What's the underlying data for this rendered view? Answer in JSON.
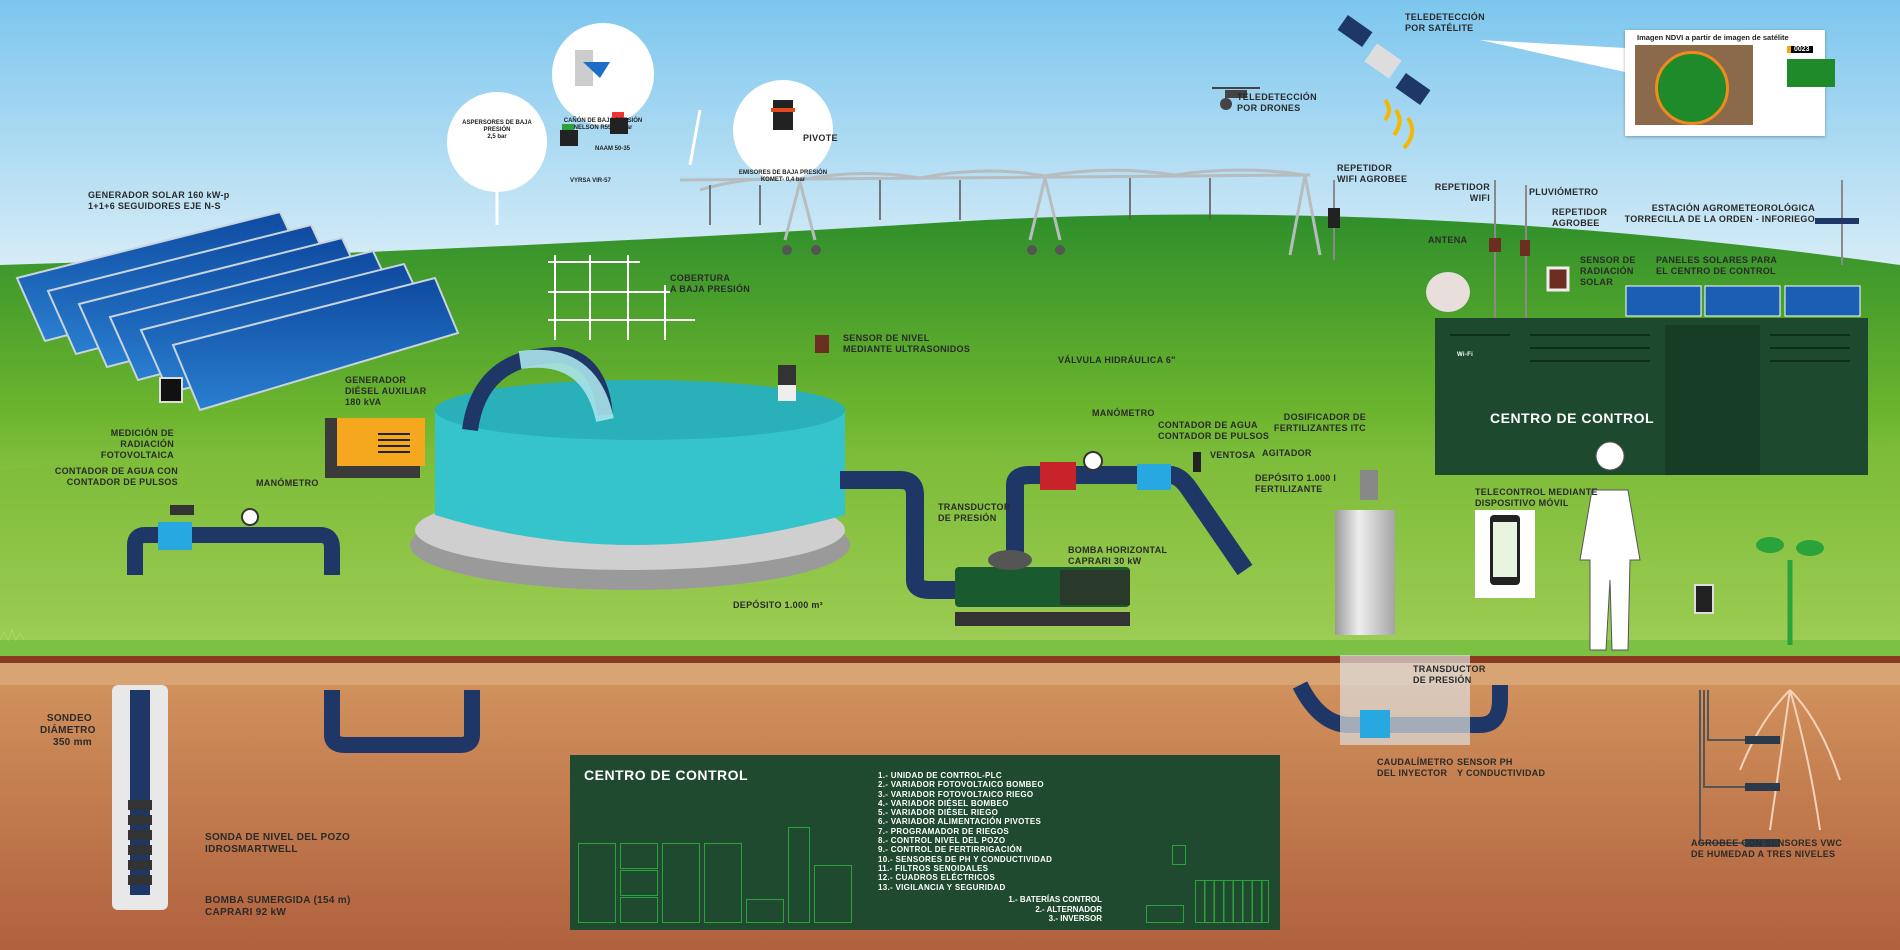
{
  "satellite": {
    "label": "TELEDETECCIÓN\nPOR SATÉLITE"
  },
  "drones": {
    "label": "TELEDETECCIÓN\nPOR DRONES"
  },
  "ndvi_card": {
    "title": "Imagen NDVI a partir de imagen de satélite",
    "code": "0023"
  },
  "bubbles": {
    "aspersores": {
      "title": "ASPERSORES DE BAJA PRESIÓN\n2,5 bar",
      "model_a": "NAAM 50-35",
      "model_b": "VYRSA VIR-57"
    },
    "canon": {
      "title": "CAÑÓN DE BAJA PRESIÓN\nNELSON R55 1,2 bar"
    },
    "emisores": {
      "title": "EMISORES DE BAJA PRESIÓN\nKOMET- 0,4 bar"
    }
  },
  "labels": {
    "pivote": "PIVOTE",
    "solar_generator": "GENERADOR SOLAR 160 kW-p\n1+1+6 SEGUIDORES EJE N-S",
    "radiation_pv": "MEDICIÓN DE\nRADIACIÓN FOTOVOLTAICA",
    "water_meter_left": "CONTADOR DE AGUA CON\nCONTADOR DE PULSOS",
    "manometer_left": "MANÓMETRO",
    "diesel": "GENERADOR\nDIÉSEL AUXILIAR\n180 kVA",
    "coverage": "COBERTURA\nA BAJA PRESIÓN",
    "level_sensor": "SENSOR DE NIVEL\nMEDIANTE ULTRASONIDOS",
    "tank": "DEPÓSITO 1.000 m³",
    "transducer": "TRANSDUCTOR\nDE PRESIÓN",
    "pump": "BOMBA HORIZONTAL\nCAPRARI 30 kW",
    "valve": "VÁLVULA HIDRÁULICA 6\"",
    "manometer_right": "MANÓMETRO",
    "water_meter_right": "CONTADOR DE AGUA\nCONTADOR DE PULSOS",
    "ventosa": "VENTOSA",
    "doser": "DOSIFICADOR DE\nFERTILIZANTES ITC",
    "agitator": "AGITADOR",
    "fert_tank": "DEPÓSITO 1.000 l\nFERTILIZANTE",
    "repeater_wifi_agrobee": "REPETIDOR\nWIFI AGROBEE",
    "repeater_wifi": "REPETIDOR\nWIFI",
    "pluviometer": "PLUVIÓMETRO",
    "repeater_agrobee": "REPETIDOR\nAGROBEE",
    "antenna": "ANTENA",
    "solar_sensor": "SENSOR DE\nRADIACIÓN\nSOLAR",
    "control_panels": "PANELES SOLARES PARA\nEL CENTRO DE CONTROL",
    "weather_station": "ESTACIÓN AGROMETEOROLÓGICA\nTORRECILLA DE LA ORDEN - INFORIEGO",
    "telecontrol": "TELECONTROL MEDIANTE\nDISPOSITIVO MÓVIL",
    "well": "SONDEO\nDIÁMETRO\n350 mm",
    "well_probe": "SONDA DE NIVEL DEL POZO\nIDROSMARTWELL",
    "submersible": "BOMBA SUMERGIDA (154 m)\nCAPRARI 92 kW",
    "transducer_2": "TRANSDUCTOR\nDE PRESIÓN",
    "flowmeter": "CAUDALÍMETRO\nDEL INYECTOR",
    "ph_sensor": "SENSOR PH\nY CONDUCTIVIDAD",
    "agrobee_vwc": "AGROBEE CON SENSORES VWC\nDE HUMEDAD A TRES NIVELES"
  },
  "control_building": {
    "title": "CENTRO DE CONTROL",
    "wifi": "Wi-Fi"
  },
  "control_panel": {
    "title": "CENTRO DE CONTROL",
    "items": [
      "1.-  UNIDAD DE CONTROL-PLC",
      "2.-  VARIADOR FOTOVOLTAICO BOMBEO",
      "3.-  VARIADOR FOTOVOLTAICO RIEGO",
      "4.-  VARIADOR DIÉSEL BOMBEO",
      "5.-  VARIADOR DIÉSEL RIEGO",
      "6.-  VARIADOR ALIMENTACIÓN PIVOTES",
      "7.-  PROGRAMADOR DE RIEGOS",
      "8.-  CONTROL NIVEL DEL POZO",
      "9.-  CONTROL DE FERTIRRIGACIÓN",
      "10.- SENSORES DE PH Y CONDUCTIVIDAD",
      "11.- FILTROS SENOIDALES",
      "12.- CUADROS ELÉCTRICOS",
      "13.- VIGILANCIA Y SEGURIDAD"
    ],
    "power_items": [
      "1.- BATERÍAS CONTROL",
      "2.- ALTERNADOR",
      "3.- INVERSOR"
    ]
  },
  "colors": {
    "pipe": "#1e3767",
    "building": "#1d4a2e",
    "tank": "#35c4cc",
    "soil": "#c47a4f"
  }
}
